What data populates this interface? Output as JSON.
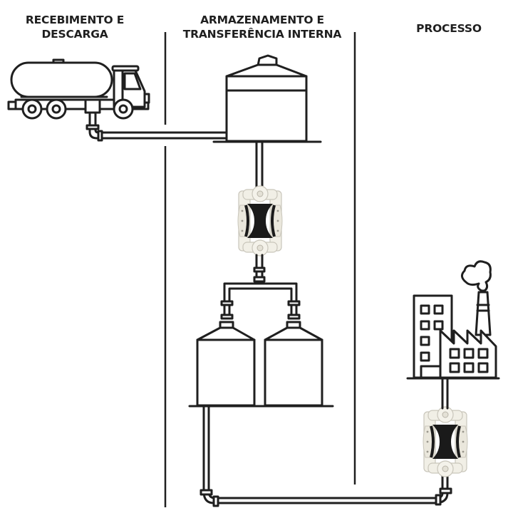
{
  "diagram": {
    "sections": [
      {
        "id": "receiving",
        "title_line1": "RECEBIMENTO E",
        "title_line2": "DESCARGA"
      },
      {
        "id": "storage",
        "title_line1": "ARMAZENAMENTO E",
        "title_line2": "TRANSFERÊNCIA INTERNA"
      },
      {
        "id": "process",
        "title_line1": "PROCESSO",
        "title_line2": ""
      }
    ],
    "elements": [
      {
        "name": "tanker-truck",
        "icon": "tanker-truck-icon",
        "section": "receiving"
      },
      {
        "name": "storage-tank",
        "icon": "silo-tank-icon",
        "section": "storage"
      },
      {
        "name": "diaphragm-pump-1",
        "icon": "diaphragm-pump-icon",
        "section": "storage"
      },
      {
        "name": "twin-tanks",
        "icon": "silo-tank-icon",
        "count": 2,
        "section": "storage"
      },
      {
        "name": "factory",
        "icon": "factory-icon",
        "section": "process"
      },
      {
        "name": "diaphragm-pump-2",
        "icon": "diaphragm-pump-icon",
        "section": "process"
      }
    ],
    "colors": {
      "line": "#1f1f1f",
      "pump_body": "#f1efe6",
      "pump_diaphragm": "#1a1a1a",
      "background": "#ffffff"
    }
  }
}
